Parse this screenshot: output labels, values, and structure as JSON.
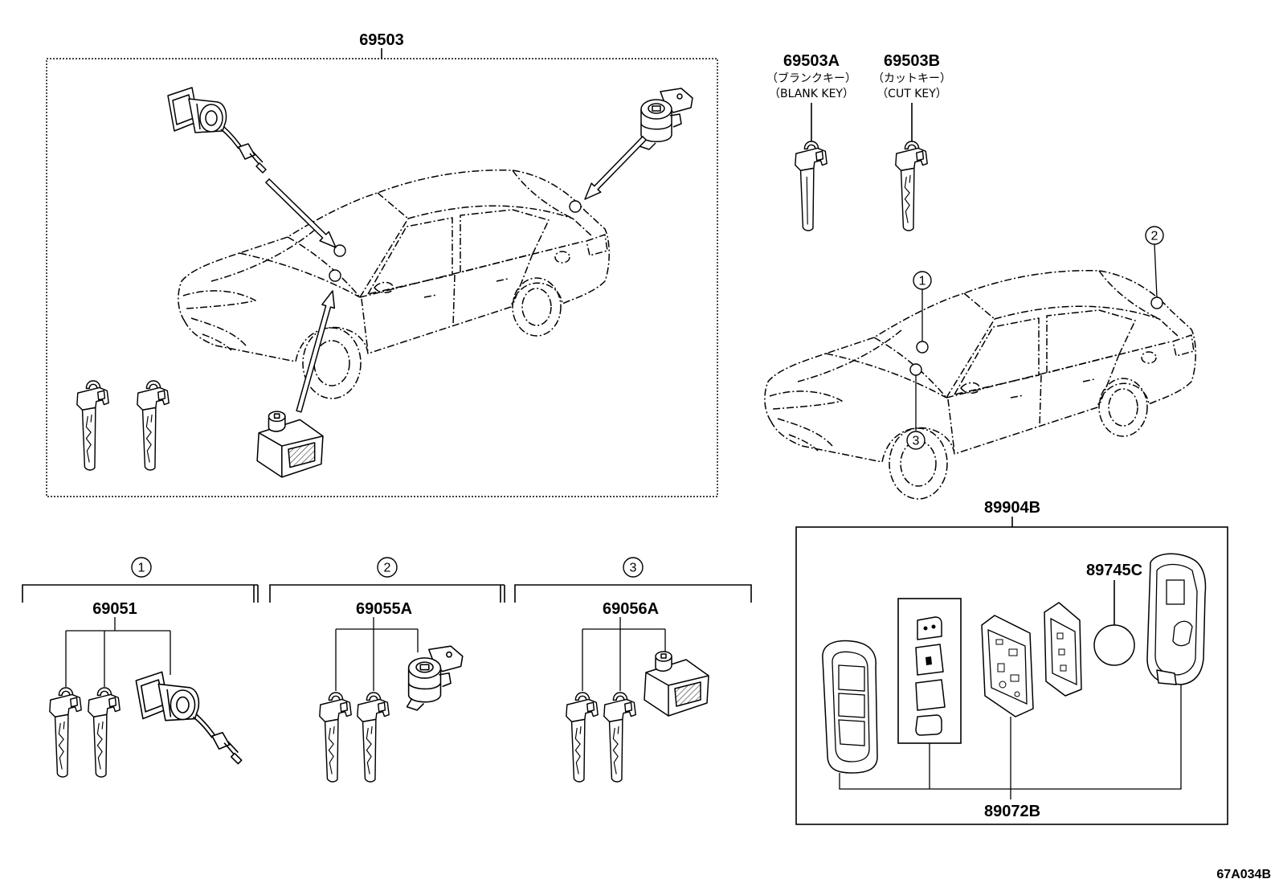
{
  "assembly": {
    "part_no": "69503"
  },
  "blank_key": {
    "part_no": "69503A",
    "label_jp": "（ブランクキー）",
    "label_en": "（BLANK KEY）"
  },
  "cut_key": {
    "part_no": "69503B",
    "label_jp": "（カットキー）",
    "label_en": "（CUT KEY）"
  },
  "locations": [
    {
      "num": "1"
    },
    {
      "num": "2"
    },
    {
      "num": "3"
    }
  ],
  "sections": [
    {
      "num": "1",
      "part_no": "69051"
    },
    {
      "num": "2",
      "part_no": "69055A"
    },
    {
      "num": "3",
      "part_no": "69056A"
    }
  ],
  "smart_key": {
    "part_no": "89904B",
    "battery_part_no": "89745C",
    "case_part_no": "89072B"
  },
  "illustration_code": "67A034B",
  "colors": {
    "line": "#000000",
    "background": "#ffffff"
  }
}
